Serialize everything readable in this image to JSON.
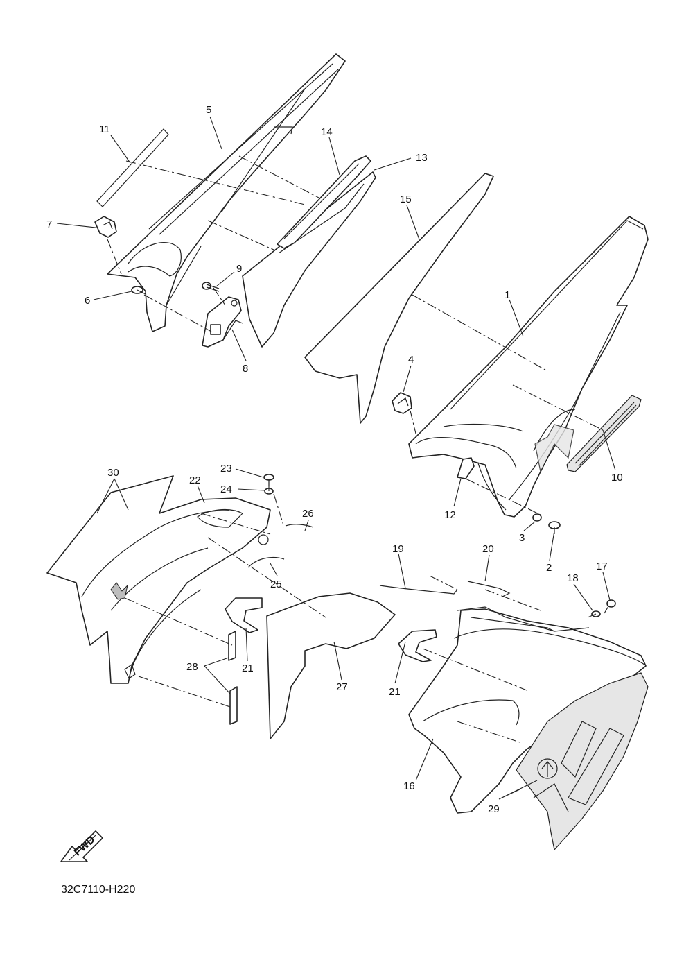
{
  "diagram_code": "32C7110-H220",
  "fwd_badge": "FWD",
  "labels": {
    "p1": "1",
    "p2": "2",
    "p3": "3",
    "p4": "4",
    "p5": "5",
    "p6": "6",
    "p7": "7",
    "p8": "8",
    "p9": "9",
    "p10": "10",
    "p11": "11",
    "p12": "12",
    "p13": "13",
    "p14": "14",
    "p15": "15",
    "p16": "16",
    "p17": "17",
    "p18": "18",
    "p19": "19",
    "p20": "20",
    "p21a": "21",
    "p21b": "21",
    "p22": "22",
    "p23": "23",
    "p24": "24",
    "p25": "25",
    "p26": "26",
    "p27": "27",
    "p28": "28",
    "p29": "29",
    "p30": "30"
  }
}
